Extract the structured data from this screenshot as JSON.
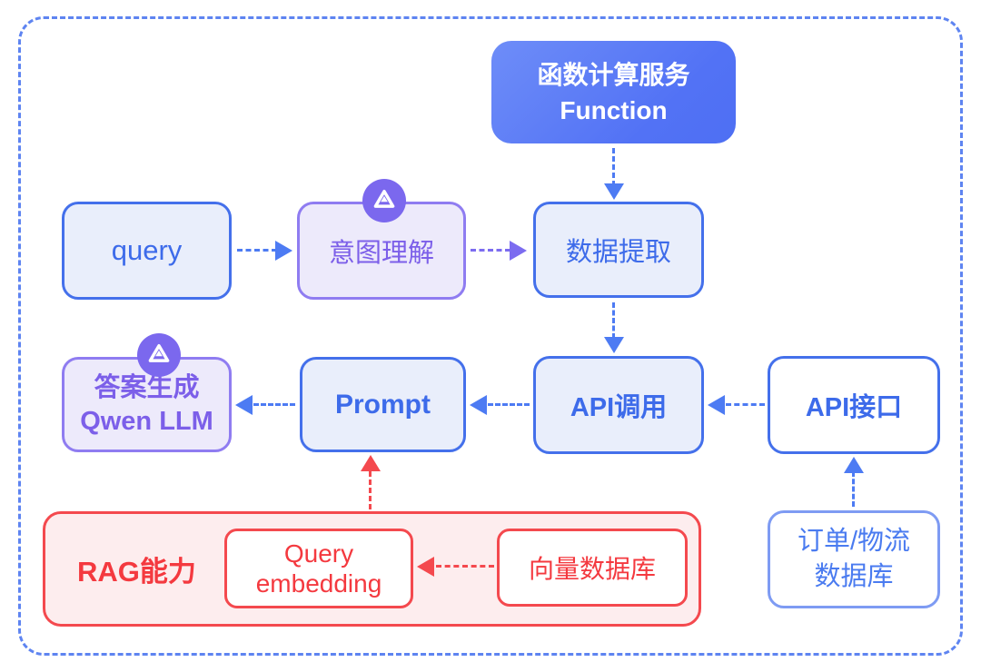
{
  "diagram": {
    "nodes": {
      "function_service": {
        "line1": "函数计算服务",
        "line2": "Function"
      },
      "query": {
        "label": "query"
      },
      "intent": {
        "label": "意图理解"
      },
      "data_extract": {
        "label": "数据提取"
      },
      "answer_gen": {
        "line1": "答案生成",
        "line2": "Qwen LLM"
      },
      "prompt": {
        "label": "Prompt"
      },
      "api_call": {
        "label": "API调用"
      },
      "api_interface": {
        "label": "API接口"
      },
      "rag_group": {
        "label": "RAG能力"
      },
      "query_embedding": {
        "line1": "Query",
        "line2": "embedding"
      },
      "vector_db": {
        "label": "向量数据库"
      },
      "order_logistics_db": {
        "line1": "订单/物流",
        "line2": "数据库"
      }
    },
    "icons": {
      "intent_badge": "qwen-logo-icon",
      "answer_badge": "qwen-logo-icon"
    },
    "colors": {
      "blue_border": "#4470EB",
      "blue_fill": "#E9EEFB",
      "blue_text": "#3D6BEA",
      "arrow_blue": "#4D7BF3",
      "purple_border": "#8F7CF1",
      "purple_fill": "#EDEAFB",
      "purple_text": "#7C5FE9",
      "arrow_purple": "#7C6CF0",
      "badge_purple": "#7B68EE",
      "red": "#F4494E",
      "red_fill": "#FDEDEE",
      "light_blue_border": "#7E9BF3",
      "function_gradient_start": "#6E8DF8",
      "function_gradient_end": "#4E6FF3",
      "frame_dash": "#5E84F1"
    }
  }
}
